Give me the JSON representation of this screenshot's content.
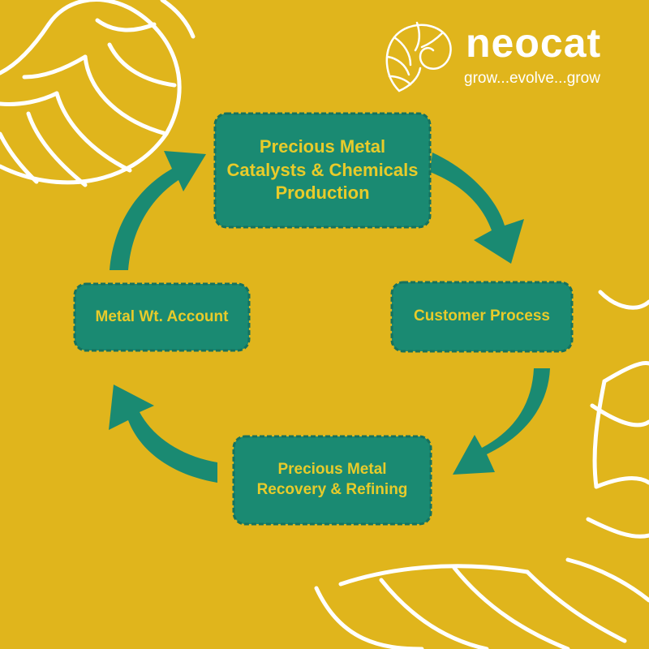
{
  "brand": {
    "name": "neocat",
    "tagline": "grow...evolve...grow"
  },
  "nodes": {
    "production": {
      "lines": [
        "Precious Metal",
        "Catalysts & Chemicals",
        "Production"
      ]
    },
    "customer": {
      "lines": [
        "Customer Process"
      ]
    },
    "recovery": {
      "lines": [
        "Precious Metal",
        "Recovery & Refining"
      ]
    },
    "account": {
      "lines": [
        "Metal Wt. Account"
      ]
    }
  },
  "colors": {
    "background": "#e0b51c",
    "box_fill": "#1a8a72",
    "box_text": "#e8cb2a",
    "arrow": "#1a8a72",
    "decoration": "#ffffff"
  }
}
